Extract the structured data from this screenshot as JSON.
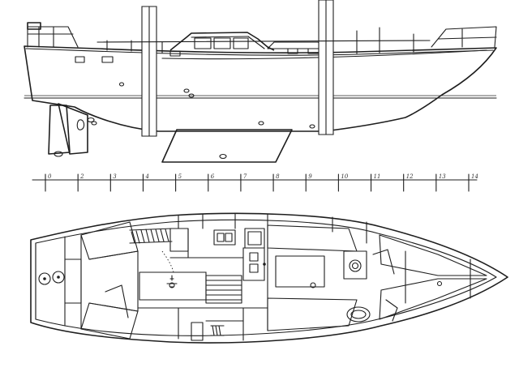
{
  "colors": {
    "ink": "#1e1e1e",
    "paper": "#ffffff"
  },
  "scale": {
    "labels": [
      "0",
      "2",
      "3",
      "4",
      "5",
      "6",
      "7",
      "8",
      "9",
      "10",
      "11",
      "12",
      "13",
      "14"
    ]
  }
}
